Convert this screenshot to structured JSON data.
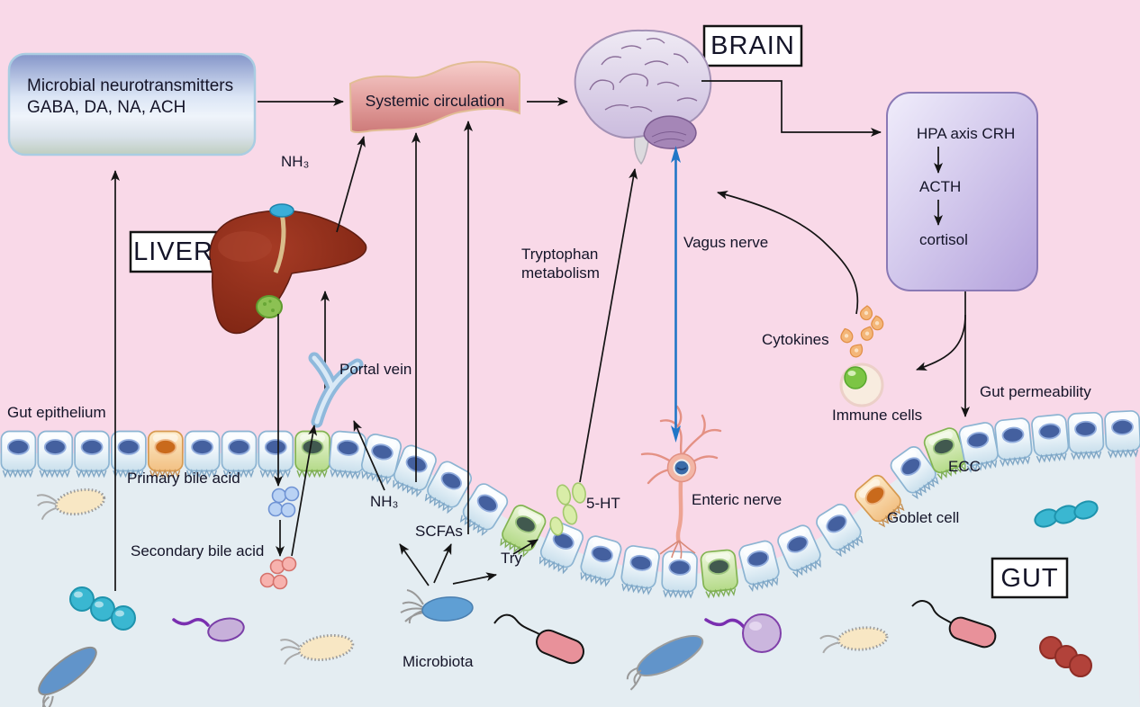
{
  "colors": {
    "background_pink": "#f9d9e8",
    "gut_lumen_blue": "#e4edf2",
    "vagus_arrow_blue": "#2176c7",
    "arrow_black": "#141414",
    "hpa_box_purple": "#b6a5dd",
    "systemic_banner_red": "#ce7c7b",
    "neurotransmitter_box_blue": "#8495c9"
  },
  "region_titles": {
    "brain": "BRAIN",
    "liver": "LIVER",
    "gut": "GUT"
  },
  "microbial_box": {
    "line1": "Microbial neurotransmitters",
    "line2": "GABA, DA, NA, ACH"
  },
  "systemic_circulation": {
    "label": "Systemic circulation"
  },
  "hpa_box": {
    "line1": "HPA axis CRH",
    "line2": "ACTH",
    "line3": "cortisol"
  },
  "labels": {
    "nh3_liver": "NH₃",
    "portal_vein": "Portal vein",
    "gut_epithelium": "Gut epithelium",
    "primary_bile_acid": "Primary bile acid",
    "secondary_bile_acid": "Secondary bile acid",
    "nh3_gut": "NH₃",
    "scfas": "SCFAs",
    "tryptophan_abbr": "Try",
    "microbiota": "Microbiota",
    "serotonin": "5-HT",
    "enteric_nerve": "Enteric nerve",
    "tryptophan_metabolism_line1": "Tryptophan",
    "tryptophan_metabolism_line2": "metabolism",
    "vagus_nerve": "Vagus nerve",
    "cytokines": "Cytokines",
    "immune_cells": "Immune cells",
    "gut_permeability": "Gut permeability",
    "ecc": "ECC",
    "goblet_cell": "Goblet cell"
  },
  "illustrations": [
    "brain-icon",
    "liver-icon",
    "portal-vein-icon",
    "enteric-nerve-neuron-icon",
    "immune-cell-icon",
    "cytokine-droplet-icon",
    "epithelial-cell-icon",
    "goblet-cell-icon",
    "ecc-cell-icon",
    "primary-bile-acid-dots-icon",
    "secondary-bile-acid-dots-icon",
    "serotonin-vesicle-icon",
    "coccus-chain-teal-icon",
    "coccus-chain-red-icon",
    "bacillus-blue-icon",
    "bacillus-pink-icon",
    "bacterium-tan-flagellated-icon",
    "bacterium-purple-flagellated-icon"
  ]
}
